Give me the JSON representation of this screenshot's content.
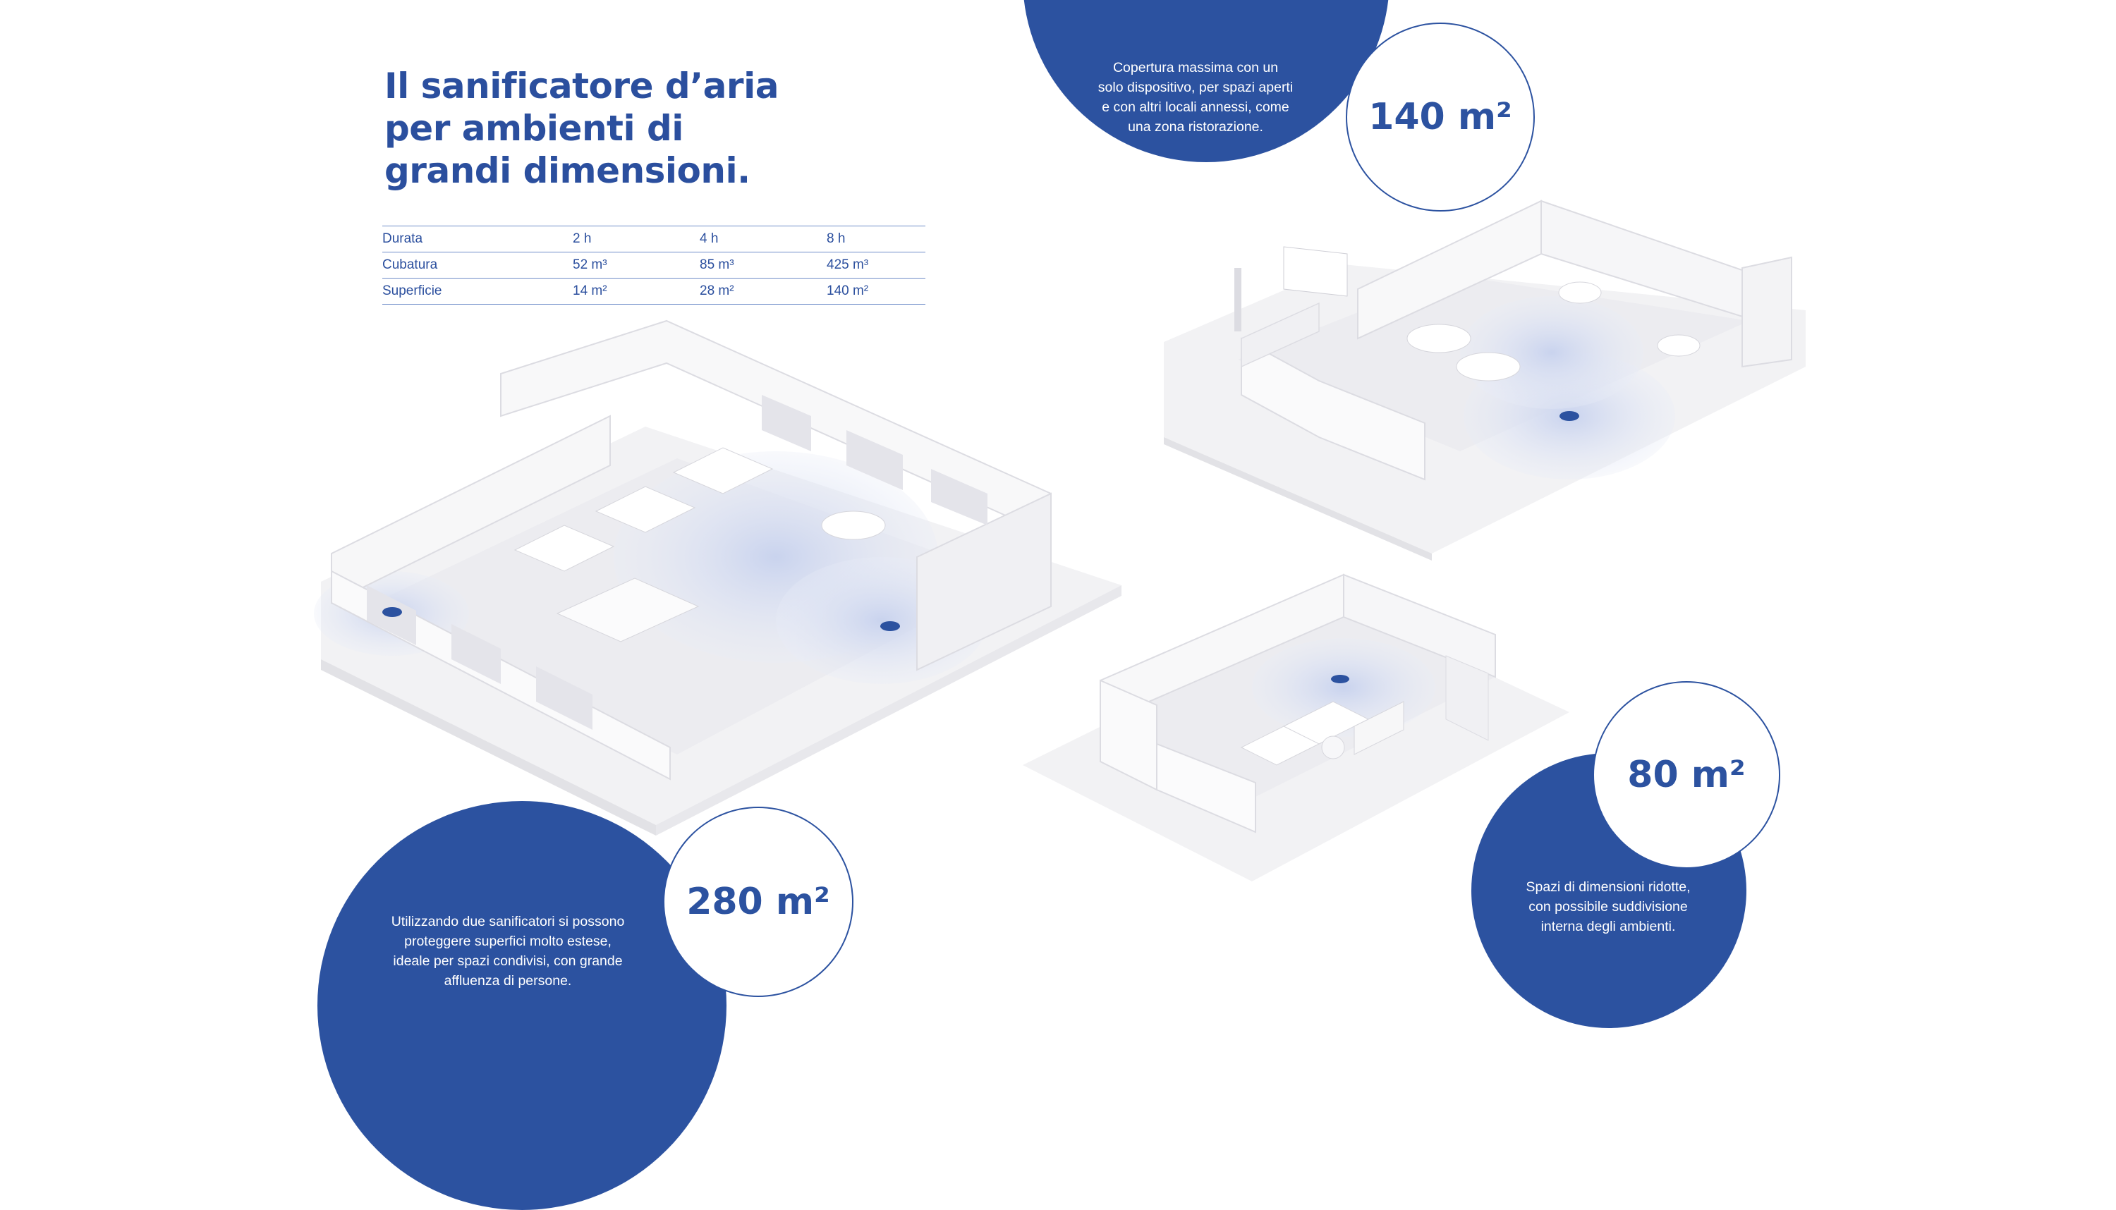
{
  "heading": {
    "lines": [
      "Il sanificatore d’aria",
      "per ambienti di",
      "grandi dimensioni."
    ]
  },
  "spec_table": {
    "rows": [
      {
        "label": "Durata",
        "values": [
          "2 h",
          "4 h",
          "8 h"
        ]
      },
      {
        "label": "Cubatura",
        "values": [
          "52 m³",
          "85 m³",
          "425 m³"
        ]
      },
      {
        "label": "Superficie",
        "values": [
          "14 m²",
          "28 m²",
          "140 m²"
        ]
      }
    ]
  },
  "callouts": {
    "large": {
      "area": "280 m²",
      "description": [
        "Utilizzando due sanificatori si possono",
        "proteggere superfici molto estese,",
        "ideale per spazi condivisi, con grande",
        "affluenza di persone."
      ]
    },
    "medium": {
      "area": "140 m²",
      "description": [
        "Copertura massima con un",
        "solo dispositivo, per spazi aperti",
        "e con altri locali annessi, come",
        "una zona ristorazione."
      ]
    },
    "small": {
      "area": "80 m²",
      "description": [
        "Spazi di dimensioni ridotte,",
        "con possibile suddivisione",
        "interna degli ambienti."
      ]
    }
  },
  "colors": {
    "brand_blue": "#2c52a0",
    "table_rule": "#6f8cc8",
    "model_white": "#f2f2f4",
    "coverage_tint": "#dde3f3"
  }
}
